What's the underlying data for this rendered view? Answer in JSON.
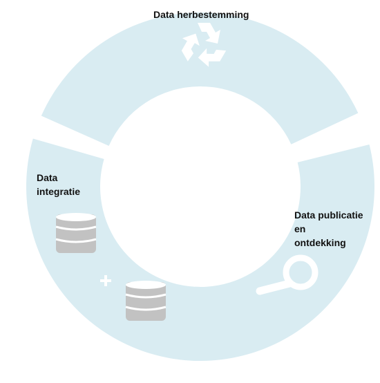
{
  "colors": {
    "ring": "#d9ecf2",
    "icon": "#ffffff",
    "database": "#c2c2c2",
    "database_highlight": "#ffffff"
  },
  "segments": [
    {
      "name": "data-herbestemming",
      "lines": [
        "Data herbestemming"
      ],
      "icon": "recycle-icon"
    },
    {
      "name": "data-publicatie",
      "lines": [
        "Data publicatie",
        "en",
        "ontdekking"
      ],
      "icon": "magnifier-icon"
    },
    {
      "name": "data-integratie",
      "lines": [
        "Data",
        "integratie"
      ],
      "icon": "database-icon",
      "plus": "+"
    }
  ]
}
